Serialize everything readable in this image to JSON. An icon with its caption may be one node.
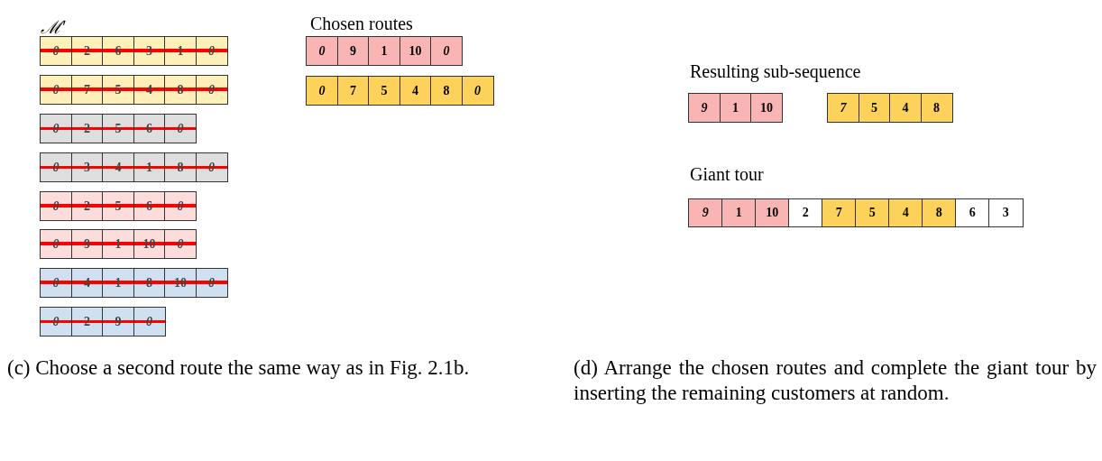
{
  "diagram": {
    "nodes": [
      {
        "text": [
          "0"
        ]
      },
      {
        "text": [
          "2"
        ]
      },
      {
        "text": [
          "6"
        ]
      },
      {
        "text": [
          "3"
        ]
      },
      {
        "text": [
          "1"
        ]
      },
      {
        "text": [
          "0"
        ]
      },
      {
        "text": [
          "0"
        ]
      },
      {
        "text": [
          "7"
        ]
      },
      {
        "text": [
          "5"
        ]
      },
      {
        "text": [
          "4"
        ]
      },
      {
        "text": [
          "8"
        ]
      },
      {
        "text": [
          "0"
        ]
      },
      {
        "text": [
          "0"
        ]
      },
      {
        "text": [
          "2"
        ]
      },
      {
        "text": [
          "5"
        ]
      },
      {
        "text": [
          "6"
        ]
      },
      {
        "text": [
          "0"
        ]
      },
      {
        "text": [
          "0"
        ]
      },
      {
        "text": [
          "3"
        ]
      },
      {
        "text": [
          "4"
        ]
      },
      {
        "text": [
          "1"
        ]
      },
      {
        "text": [
          "8"
        ]
      },
      {
        "text": [
          "0"
        ]
      },
      {
        "text": [
          "0"
        ]
      },
      {
        "text": [
          "2"
        ]
      },
      {
        "text": [
          "5"
        ]
      },
      {
        "text": [
          "6"
        ]
      },
      {
        "text": [
          "0"
        ]
      },
      {
        "text": [
          "0"
        ]
      },
      {
        "text": [
          "9"
        ]
      },
      {
        "text": [
          "1"
        ]
      },
      {
        "text": [
          "10"
        ]
      },
      {
        "text": [
          "0"
        ]
      },
      {
        "text": [
          "0"
        ]
      },
      {
        "text": [
          "4"
        ]
      },
      {
        "text": [
          "1"
        ]
      },
      {
        "text": [
          "8"
        ]
      },
      {
        "text": [
          "10"
        ]
      },
      {
        "text": [
          "0"
        ]
      },
      {
        "text": [
          "0"
        ]
      },
      {
        "text": [
          "2"
        ]
      },
      {
        "text": [
          "9"
        ]
      },
      {
        "text": [
          "0"
        ]
      },
      {
        "text": [
          "0"
        ]
      },
      {
        "text": [
          "9"
        ]
      },
      {
        "text": [
          "1"
        ]
      },
      {
        "text": [
          "10"
        ]
      },
      {
        "text": [
          "0"
        ]
      },
      {
        "text": [
          "0"
        ]
      },
      {
        "text": [
          "7"
        ]
      },
      {
        "text": [
          "5"
        ]
      },
      {
        "text": [
          "4"
        ]
      },
      {
        "text": [
          "8"
        ]
      },
      {
        "text": [
          "0"
        ]
      },
      {
        "text": [
          "9"
        ]
      },
      {
        "text": [
          "1"
        ]
      },
      {
        "text": [
          "10"
        ]
      },
      {
        "text": [
          "7"
        ]
      },
      {
        "text": [
          "5"
        ]
      },
      {
        "text": [
          "4"
        ]
      },
      {
        "text": [
          "8"
        ]
      },
      {
        "text": [
          "9"
        ]
      },
      {
        "text": [
          "1"
        ]
      },
      {
        "text": [
          "10"
        ]
      },
      {
        "text": [
          "2"
        ]
      },
      {
        "text": [
          "7"
        ]
      },
      {
        "text": [
          "5"
        ]
      },
      {
        "text": [
          "4"
        ]
      },
      {
        "text": [
          "8"
        ]
      },
      {
        "text": [
          "6"
        ]
      },
      {
        "text": [
          "3"
        ]
      }
    ],
    "labels": [
      "ℳ′",
      "Chosen routes",
      "Resulting sub-sequence",
      "Giant tour",
      "(c) Choose a second route the same way as in Fig. 2.1b.",
      "(d) Arrange the chosen routes and complete the giant tour by inserting the remaining customers at random."
    ]
  }
}
